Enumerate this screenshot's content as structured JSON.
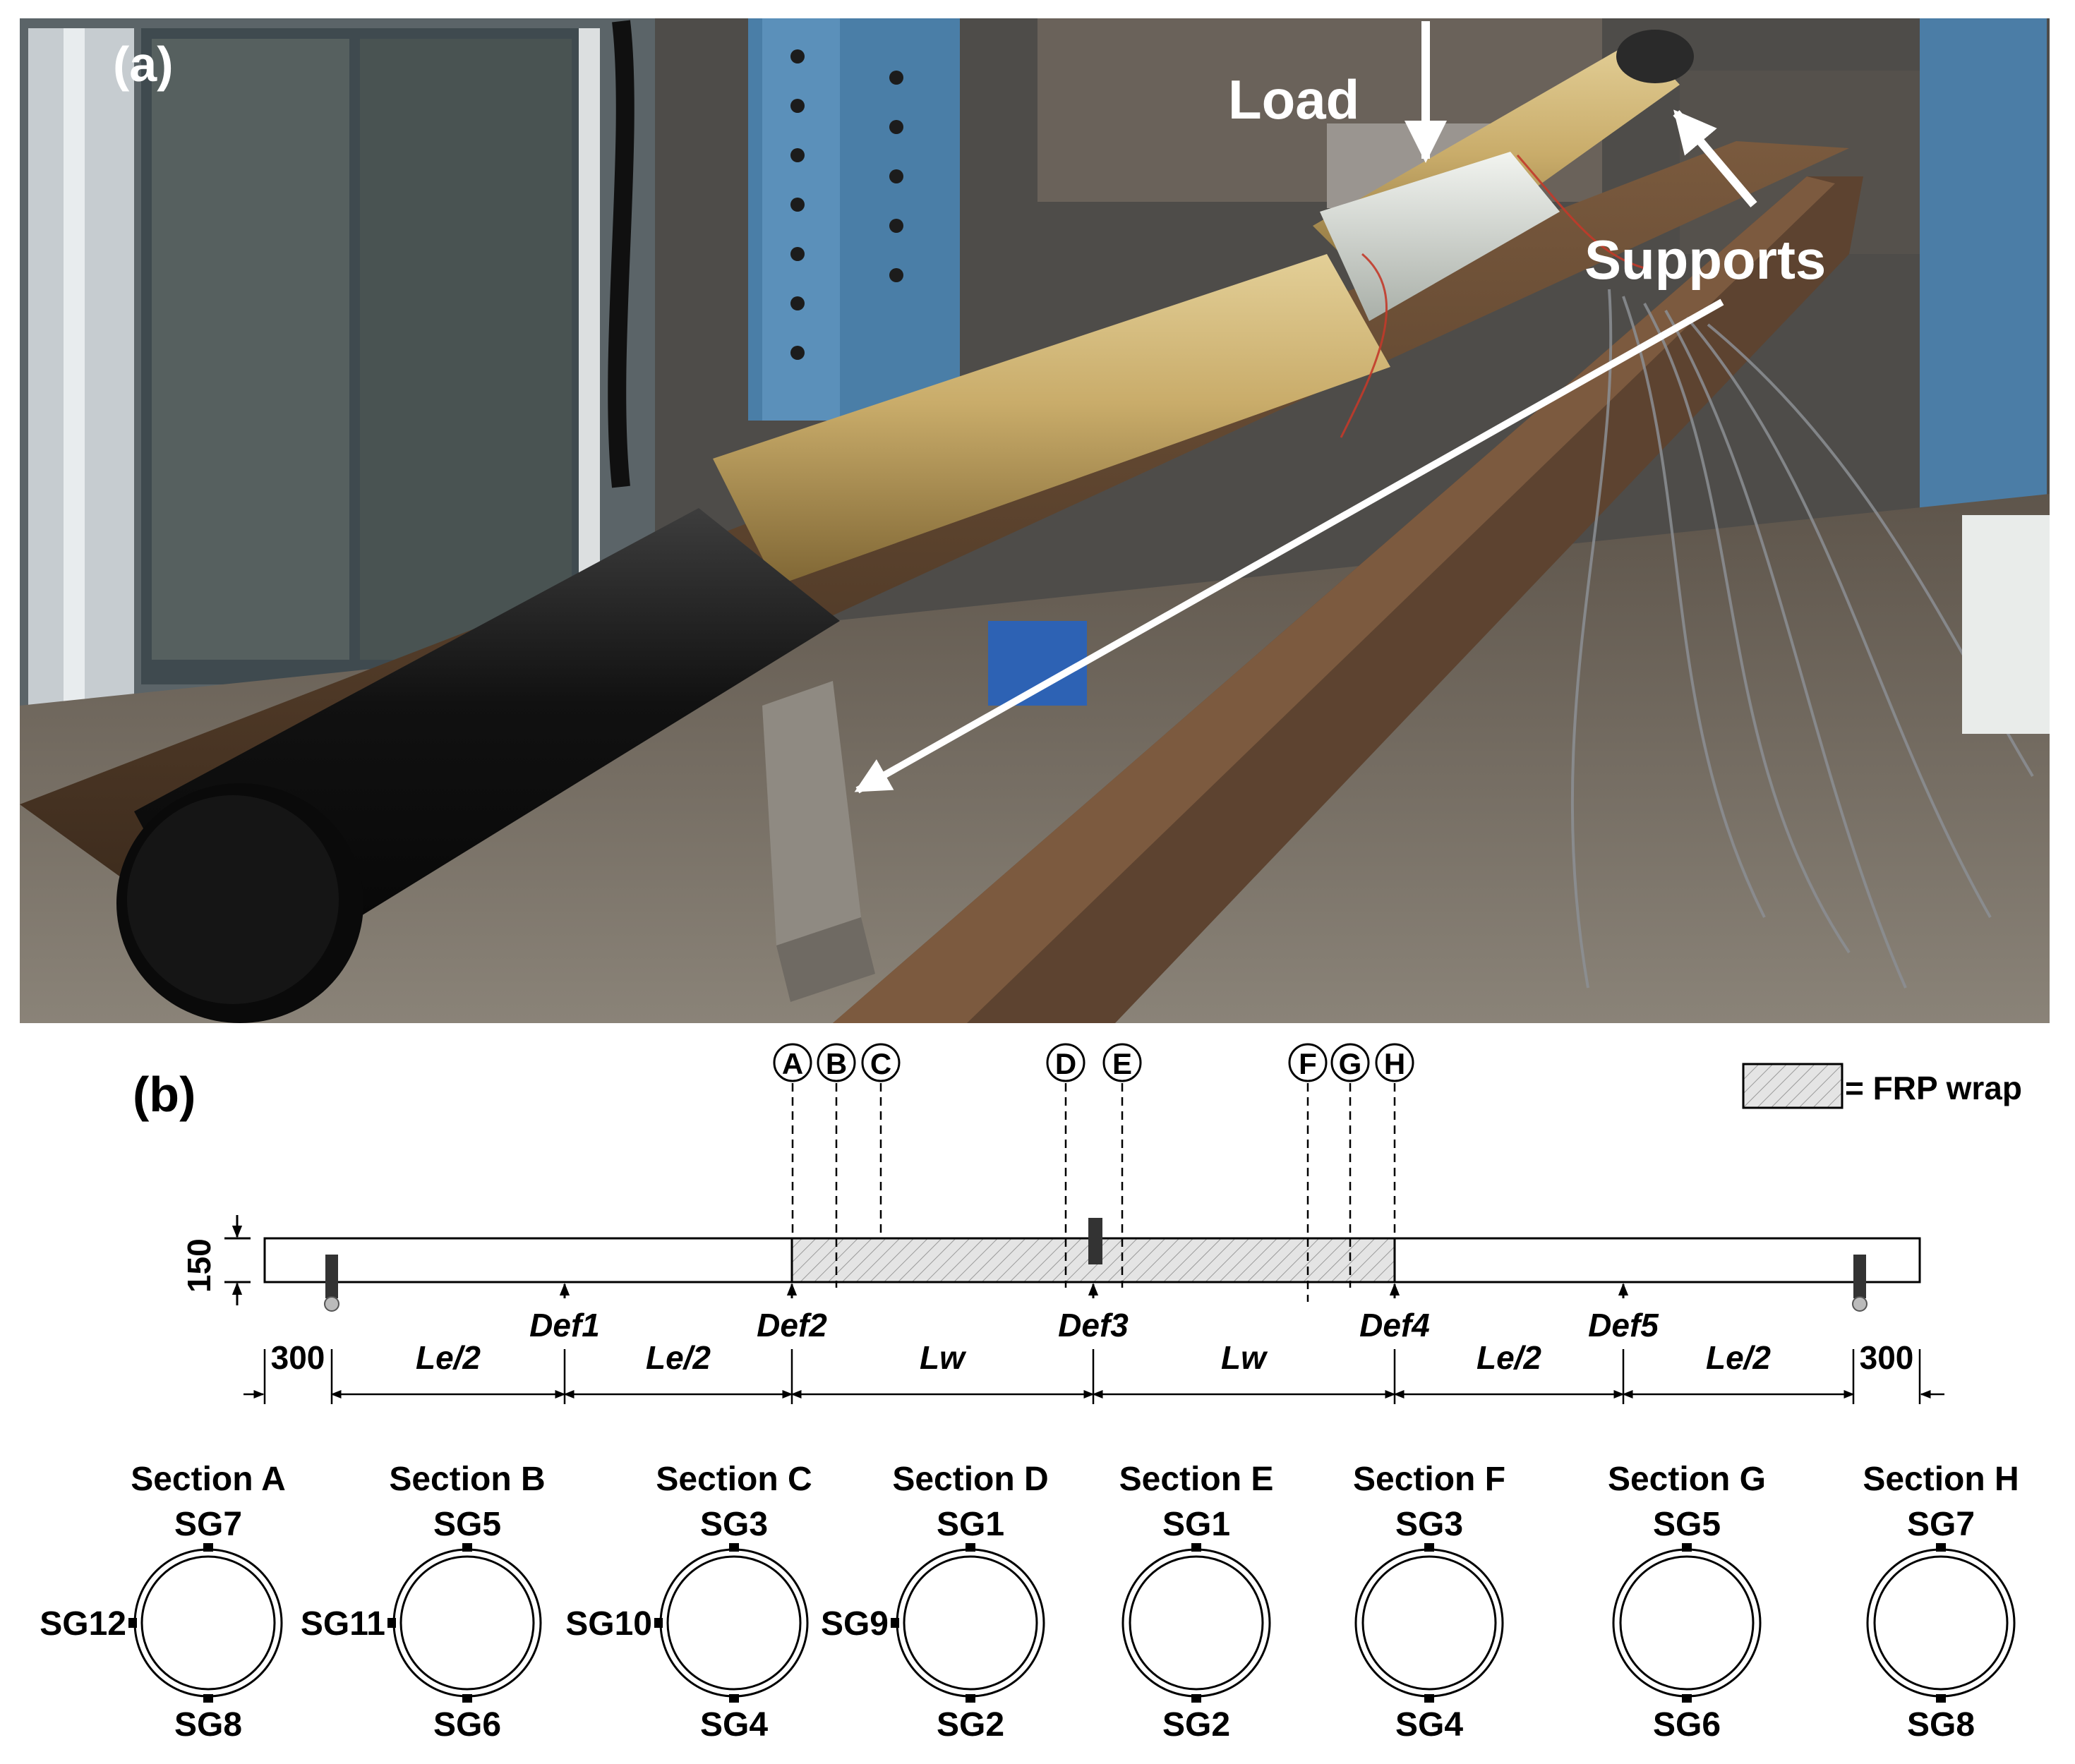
{
  "panel_a": {
    "label": "(a)",
    "load_label": "Load",
    "supports_label": "Supports"
  },
  "panel_b": {
    "label": "(b)",
    "legend": {
      "text": "= FRP wrap"
    },
    "section_markers": [
      "A",
      "B",
      "C",
      "D",
      "E",
      "F",
      "G",
      "H"
    ],
    "height_dim": "150",
    "deflection_labels": [
      "Def1",
      "Def2",
      "Def3",
      "Def4",
      "Def5"
    ],
    "span_labels": [
      "300",
      "Le/2",
      "Le/2",
      "Lw",
      "Lw",
      "Le/2",
      "Le/2",
      "300"
    ],
    "sections": [
      {
        "title": "Section A",
        "top": "SG7",
        "bottom": "SG8",
        "side": "SG12"
      },
      {
        "title": "Section B",
        "top": "SG5",
        "bottom": "SG6",
        "side": "SG11"
      },
      {
        "title": "Section C",
        "top": "SG3",
        "bottom": "SG4",
        "side": "SG10"
      },
      {
        "title": "Section D",
        "top": "SG1",
        "bottom": "SG2",
        "side": "SG9"
      },
      {
        "title": "Section E",
        "top": "SG1",
        "bottom": "SG2",
        "side": ""
      },
      {
        "title": "Section F",
        "top": "SG3",
        "bottom": "SG4",
        "side": ""
      },
      {
        "title": "Section G",
        "top": "SG5",
        "bottom": "SG6",
        "side": ""
      },
      {
        "title": "Section H",
        "top": "SG7",
        "bottom": "SG8",
        "side": ""
      }
    ]
  }
}
